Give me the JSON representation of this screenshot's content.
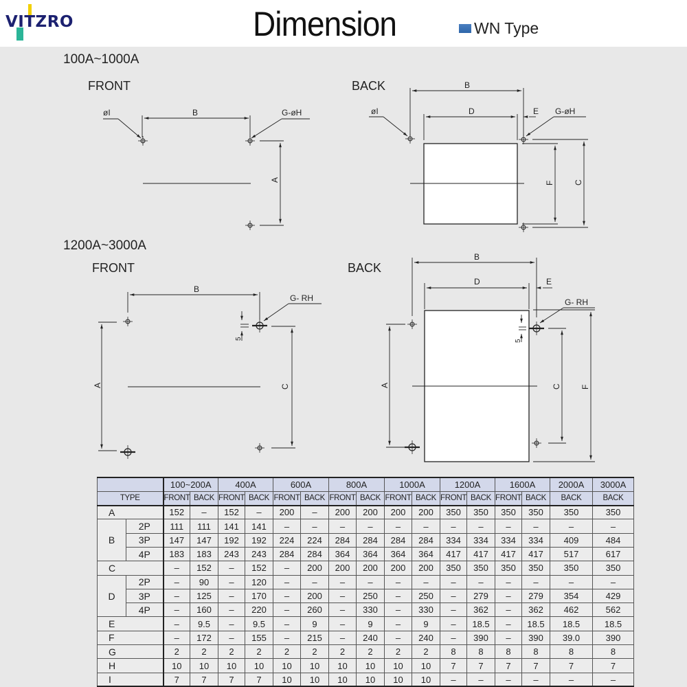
{
  "header": {
    "logo": "VITZRO",
    "title": "Dimension",
    "type_label": "WN Type",
    "type_swatch_color": "#2e66aa"
  },
  "sections": [
    {
      "range": "100A~1000A",
      "front": {
        "label": "FRONT",
        "dims": {
          "hole_i": "øI",
          "b": "B",
          "hole_gh": "G-øH",
          "a": "A"
        }
      },
      "back": {
        "label": "BACK",
        "dims": {
          "b": "B",
          "hole_i": "øI",
          "d": "D",
          "e": "E",
          "hole_gh": "G-øH",
          "f": "F",
          "c": "C"
        }
      }
    },
    {
      "range": "1200A~3000A",
      "front": {
        "label": "FRONT",
        "dims": {
          "b": "B",
          "hole_grh": "G- RH",
          "five": "5",
          "a": "A",
          "c": "C"
        }
      },
      "back": {
        "label": "BACK",
        "dims": {
          "b": "B",
          "d": "D",
          "e": "E",
          "hole_grh": "G- RH",
          "five": "5",
          "a": "A",
          "c": "C",
          "f": "F"
        }
      }
    }
  ],
  "table": {
    "type_header": "TYPE",
    "groups": [
      {
        "label": "100~200A",
        "subs": [
          "FRONT",
          "BACK"
        ]
      },
      {
        "label": "400A",
        "subs": [
          "FRONT",
          "BACK"
        ]
      },
      {
        "label": "600A",
        "subs": [
          "FRONT",
          "BACK"
        ]
      },
      {
        "label": "800A",
        "subs": [
          "FRONT",
          "BACK"
        ]
      },
      {
        "label": "1000A",
        "subs": [
          "FRONT",
          "BACK"
        ]
      },
      {
        "label": "1200A",
        "subs": [
          "FRONT",
          "BACK"
        ]
      },
      {
        "label": "1600A",
        "subs": [
          "FRONT",
          "BACK"
        ]
      },
      {
        "label": "2000A",
        "subs": [
          "BACK"
        ]
      },
      {
        "label": "3000A",
        "subs": [
          "BACK"
        ]
      }
    ],
    "rows": [
      {
        "param": "A",
        "pole": "",
        "values": [
          "152",
          "–",
          "152",
          "–",
          "200",
          "–",
          "200",
          "200",
          "200",
          "200",
          "350",
          "350",
          "350",
          "350",
          "350",
          "350"
        ]
      },
      {
        "param": "B",
        "pole": "2P",
        "values": [
          "111",
          "111",
          "141",
          "141",
          "–",
          "–",
          "–",
          "–",
          "–",
          "–",
          "–",
          "–",
          "–",
          "–",
          "–",
          "–"
        ]
      },
      {
        "param": "B",
        "pole": "3P",
        "values": [
          "147",
          "147",
          "192",
          "192",
          "224",
          "224",
          "284",
          "284",
          "284",
          "284",
          "334",
          "334",
          "334",
          "334",
          "409",
          "484"
        ]
      },
      {
        "param": "B",
        "pole": "4P",
        "values": [
          "183",
          "183",
          "243",
          "243",
          "284",
          "284",
          "364",
          "364",
          "364",
          "364",
          "417",
          "417",
          "417",
          "417",
          "517",
          "617"
        ]
      },
      {
        "param": "C",
        "pole": "",
        "values": [
          "–",
          "152",
          "–",
          "152",
          "–",
          "200",
          "200",
          "200",
          "200",
          "200",
          "350",
          "350",
          "350",
          "350",
          "350",
          "350"
        ]
      },
      {
        "param": "D",
        "pole": "2P",
        "values": [
          "–",
          "90",
          "–",
          "120",
          "–",
          "–",
          "–",
          "–",
          "–",
          "–",
          "–",
          "–",
          "–",
          "–",
          "–",
          "–"
        ]
      },
      {
        "param": "D",
        "pole": "3P",
        "values": [
          "–",
          "125",
          "–",
          "170",
          "–",
          "200",
          "–",
          "250",
          "–",
          "250",
          "–",
          "279",
          "–",
          "279",
          "354",
          "429"
        ]
      },
      {
        "param": "D",
        "pole": "4P",
        "values": [
          "–",
          "160",
          "–",
          "220",
          "–",
          "260",
          "–",
          "330",
          "–",
          "330",
          "–",
          "362",
          "–",
          "362",
          "462",
          "562"
        ]
      },
      {
        "param": "E",
        "pole": "",
        "values": [
          "–",
          "9.5",
          "–",
          "9.5",
          "–",
          "9",
          "–",
          "9",
          "–",
          "9",
          "–",
          "18.5",
          "–",
          "18.5",
          "18.5",
          "18.5"
        ]
      },
      {
        "param": "F",
        "pole": "",
        "values": [
          "–",
          "172",
          "–",
          "155",
          "–",
          "215",
          "–",
          "240",
          "–",
          "240",
          "–",
          "390",
          "–",
          "390",
          "39.0",
          "390"
        ]
      },
      {
        "param": "G",
        "pole": "",
        "values": [
          "2",
          "2",
          "2",
          "2",
          "2",
          "2",
          "2",
          "2",
          "2",
          "2",
          "8",
          "8",
          "8",
          "8",
          "8",
          "8"
        ]
      },
      {
        "param": "H",
        "pole": "",
        "values": [
          "10",
          "10",
          "10",
          "10",
          "10",
          "10",
          "10",
          "10",
          "10",
          "10",
          "7",
          "7",
          "7",
          "7",
          "7",
          "7"
        ]
      },
      {
        "param": "I",
        "pole": "",
        "values": [
          "7",
          "7",
          "7",
          "7",
          "10",
          "10",
          "10",
          "10",
          "10",
          "10",
          "–",
          "–",
          "–",
          "–",
          "–",
          "–"
        ]
      }
    ]
  }
}
